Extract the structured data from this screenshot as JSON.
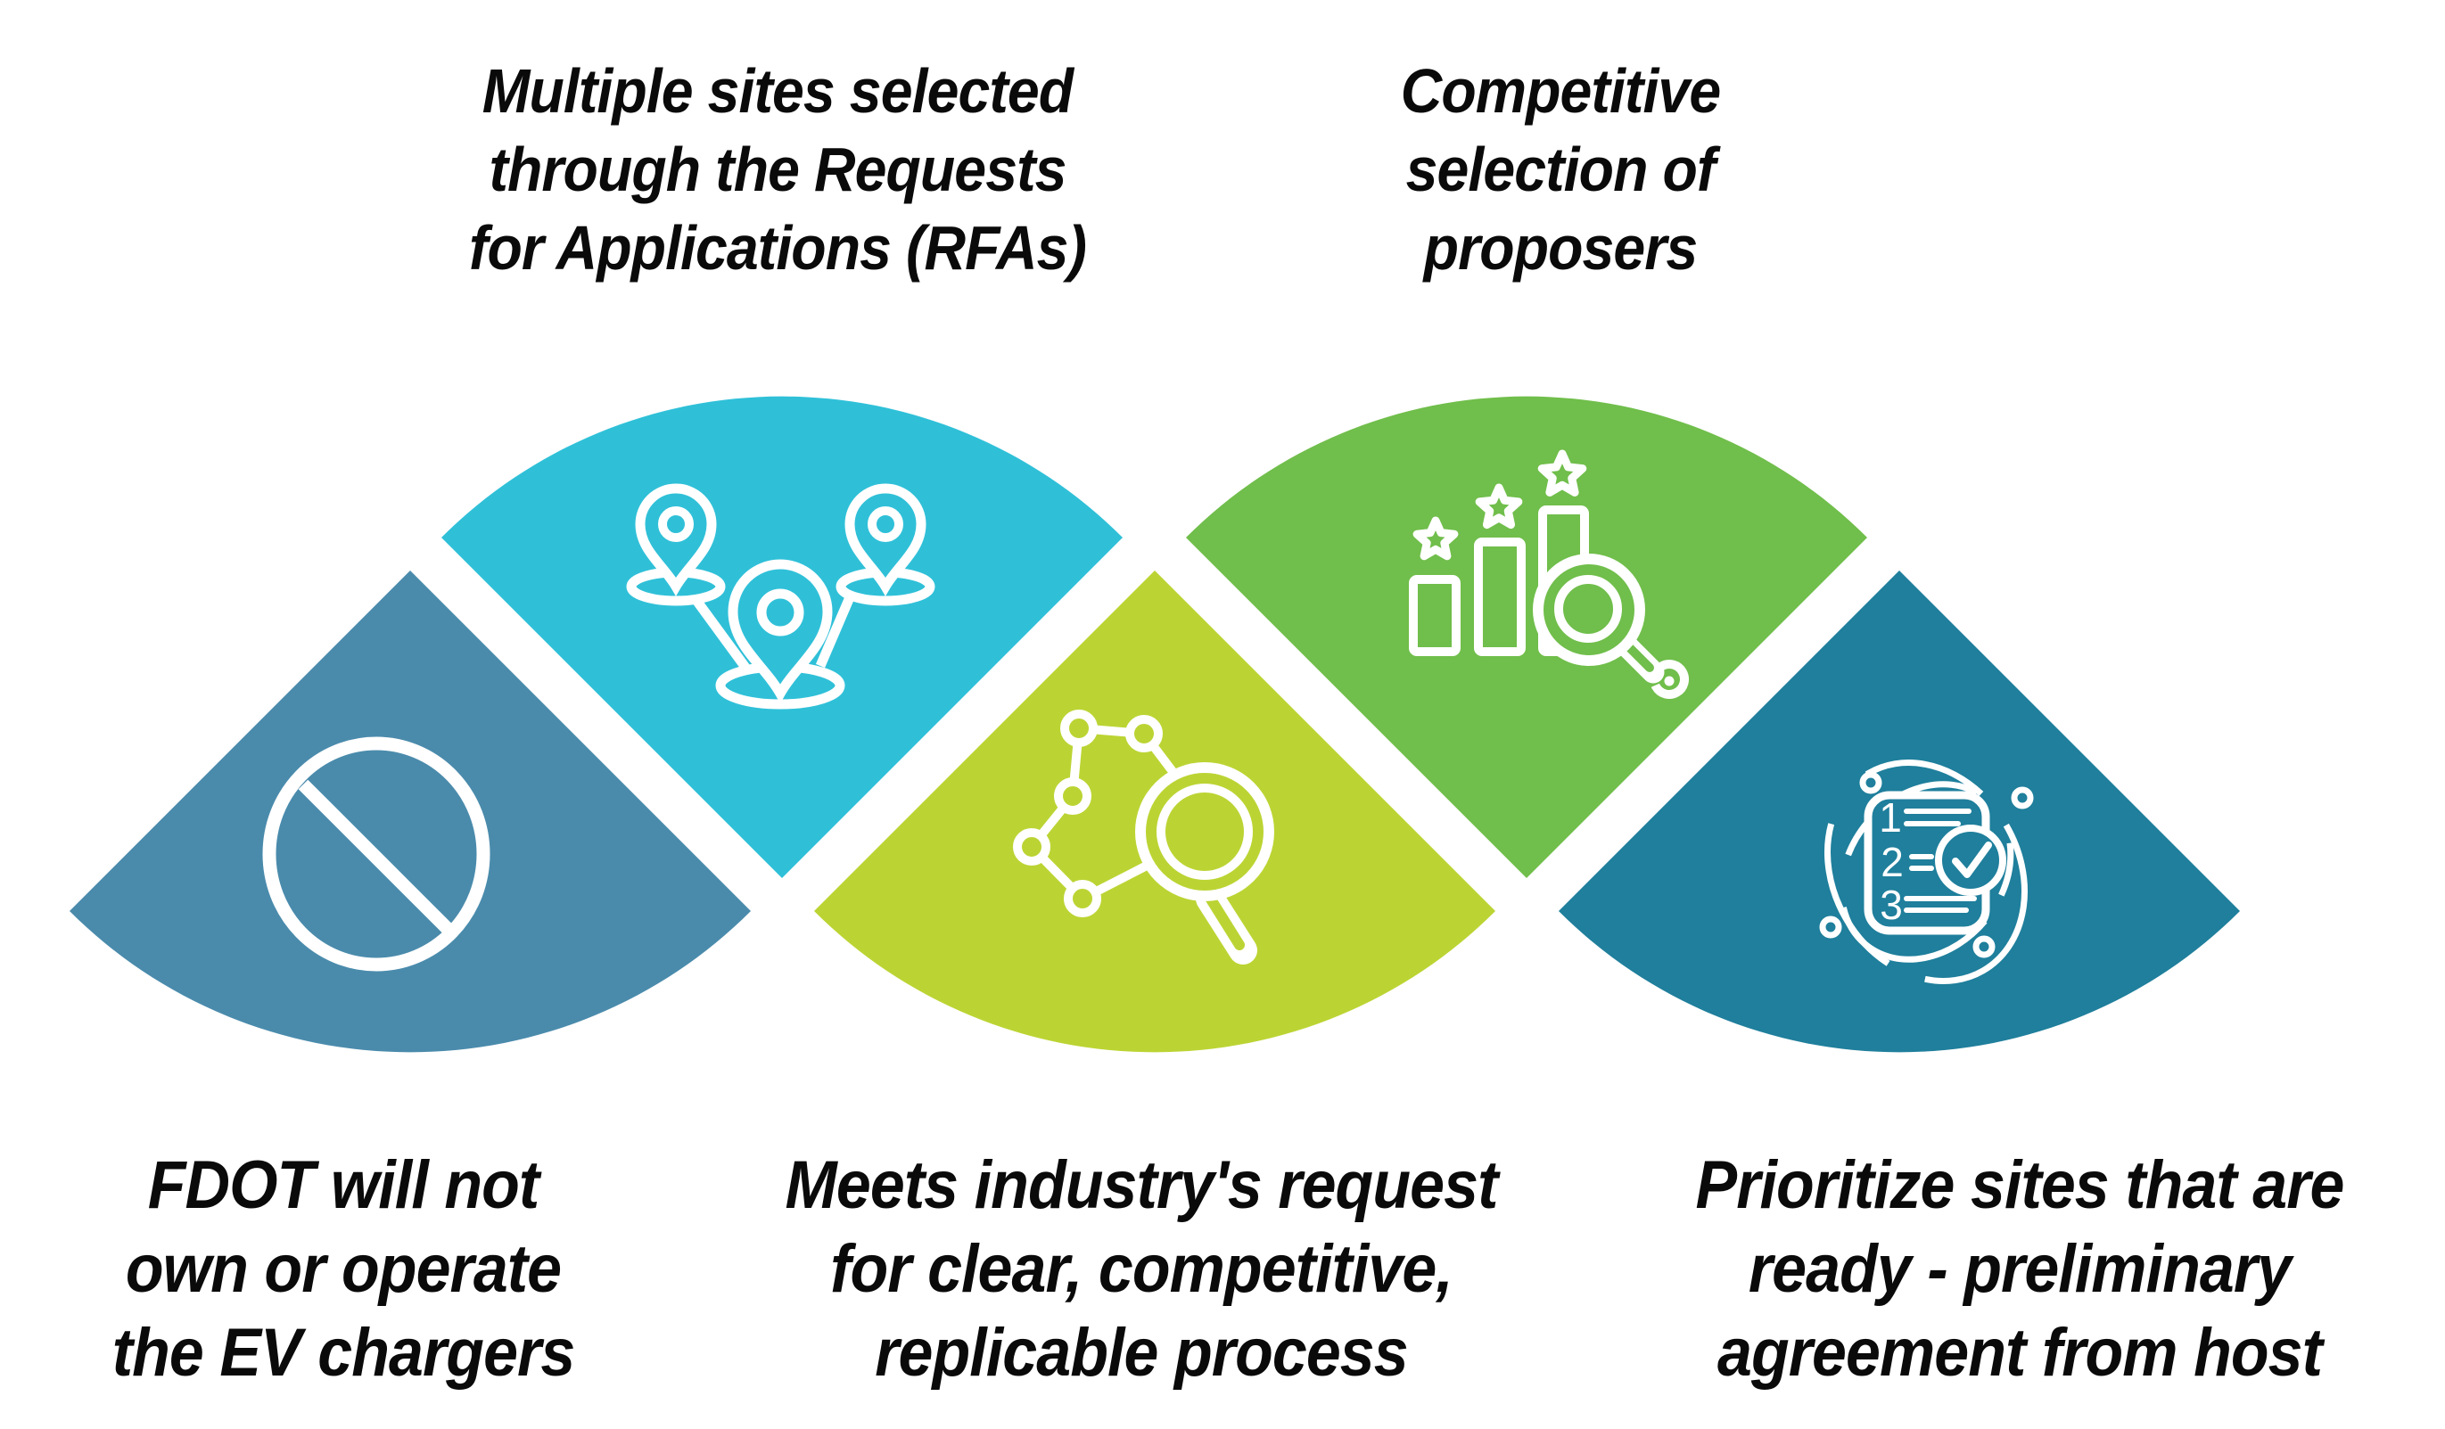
{
  "background_color": "#ffffff",
  "text_color": "#0a0a0a",
  "icon_stroke_color": "#ffffff",
  "petals": [
    {
      "name": "fdot-ownership",
      "color": "#4A8BAC",
      "icon": "no-sign-icon",
      "label_position": "bottom",
      "label_lines": [
        "FDOT will not",
        "own or operate",
        "the EV chargers"
      ]
    },
    {
      "name": "multiple-sites",
      "color": "#2FC0D8",
      "icon": "map-pins-icon",
      "label_position": "top",
      "label_lines": [
        "Multiple sites selected",
        "through the Requests",
        "for Applications (RFAs)"
      ]
    },
    {
      "name": "industry-request",
      "color": "#BCD433",
      "icon": "network-search-icon",
      "label_position": "bottom",
      "label_lines": [
        "Meets industry's request",
        "for clear, competitive,",
        "replicable process"
      ]
    },
    {
      "name": "competitive-selection",
      "color": "#70BE4B",
      "icon": "ranking-search-icon",
      "label_position": "top",
      "label_lines": [
        "Competitive",
        "selection of",
        "proposers"
      ]
    },
    {
      "name": "site-readiness",
      "color": "#1F7F9C",
      "icon": "checklist-icon",
      "label_position": "bottom",
      "label_lines": [
        "Prioritize sites that are",
        "ready - preliminary",
        "agreement from host"
      ]
    }
  ],
  "checklist": {
    "numbers": [
      "1",
      "2",
      "3"
    ]
  }
}
